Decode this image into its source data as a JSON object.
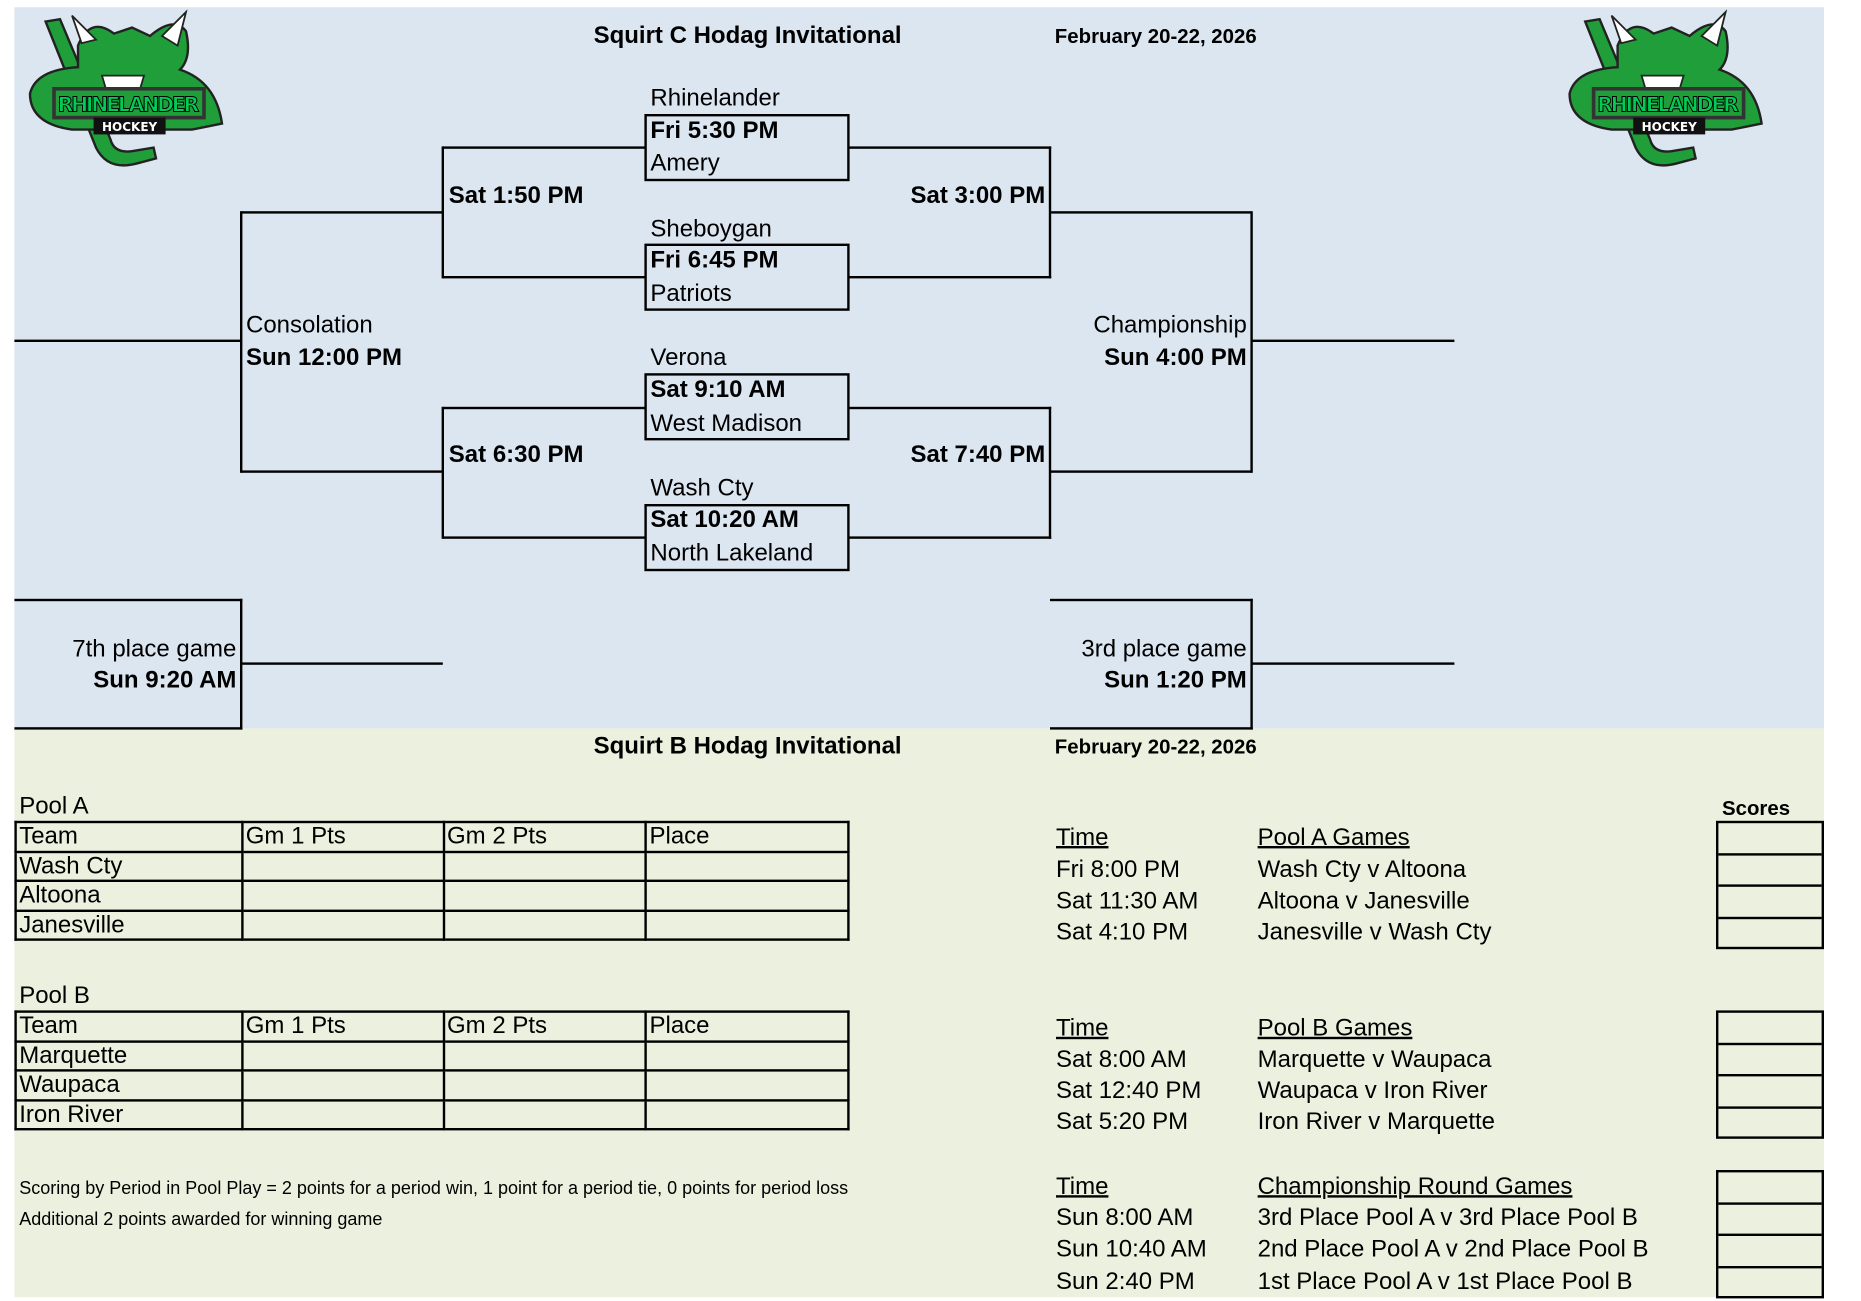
{
  "logo": {
    "text": "RHINELANDER",
    "subtext": "HOCKEY",
    "colors": {
      "green": "#1f9e3a",
      "dark": "#111111"
    }
  },
  "colors": {
    "top_bg": "#dce6f1",
    "bottom_bg": "#ebf1de"
  },
  "squirt_c": {
    "title": "Squirt C Hodag Invitational",
    "date": "February 20-22, 2026",
    "first_round": [
      {
        "top_team": "Rhinelander",
        "time": "Fri 5:30 PM",
        "bottom_team": "Amery"
      },
      {
        "top_team": "Sheboygan",
        "time": "Fri 6:45 PM",
        "bottom_team": "Patriots"
      },
      {
        "top_team": "Verona",
        "time": "Sat 9:10 AM",
        "bottom_team": "West Madison"
      },
      {
        "top_team": "Wash Cty",
        "time": "Sat 10:20 AM",
        "bottom_team": "North Lakeland"
      }
    ],
    "semis": {
      "left_top": "Sat 1:50 PM",
      "right_top": "Sat 3:00 PM",
      "left_bottom": "Sat 6:30 PM",
      "right_bottom": "Sat 7:40 PM"
    },
    "consolation": {
      "label": "Consolation",
      "time": "Sun 12:00 PM"
    },
    "championship": {
      "label": "Championship",
      "time": "Sun 4:00 PM"
    },
    "seventh": {
      "label": "7th place game",
      "time": "Sun 9:20 AM"
    },
    "third": {
      "label": "3rd place game",
      "time": "Sun 1:20 PM"
    }
  },
  "squirt_b": {
    "title": "Squirt B Hodag Invitational",
    "date": "February 20-22, 2026",
    "scores_label": "Scores",
    "pool_a": {
      "label": "Pool A",
      "headers": [
        "Team",
        "Gm 1 Pts",
        "Gm 2 Pts",
        "Place"
      ],
      "teams": [
        "Wash Cty",
        "Altoona",
        "Janesville"
      ]
    },
    "pool_b": {
      "label": "Pool B",
      "headers": [
        "Team",
        "Gm 1 Pts",
        "Gm 2 Pts",
        "Place"
      ],
      "teams": [
        "Marquette",
        "Waupaca",
        "Iron River"
      ]
    },
    "pool_a_games": {
      "time_header": "Time",
      "games_header": "Pool A Games",
      "rows": [
        {
          "time": "Fri 8:00 PM",
          "game": "Wash Cty v Altoona"
        },
        {
          "time": "Sat 11:30 AM",
          "game": "Altoona v Janesville"
        },
        {
          "time": "Sat 4:10 PM",
          "game": "Janesville v Wash Cty"
        }
      ]
    },
    "pool_b_games": {
      "time_header": "Time",
      "games_header": "Pool B Games",
      "rows": [
        {
          "time": "Sat 8:00 AM",
          "game": "Marquette v Waupaca"
        },
        {
          "time": "Sat 12:40 PM",
          "game": "Waupaca v Iron River"
        },
        {
          "time": "Sat 5:20 PM",
          "game": "Iron River v Marquette"
        }
      ]
    },
    "champ_games": {
      "time_header": "Time",
      "games_header": "Championship Round Games",
      "rows": [
        {
          "time": "Sun 8:00 AM",
          "game": "3rd Place Pool A v 3rd Place Pool B"
        },
        {
          "time": "Sun 10:40 AM",
          "game": "2nd Place Pool A v 2nd Place Pool B"
        },
        {
          "time": "Sun 2:40 PM",
          "game": "1st Place Pool A v 1st Place Pool B"
        }
      ]
    },
    "notes": [
      "Scoring by Period in Pool Play = 2 points for a period win, 1 point for a period tie, 0 points for period loss",
      "Additional 2 points awarded for winning game"
    ]
  }
}
